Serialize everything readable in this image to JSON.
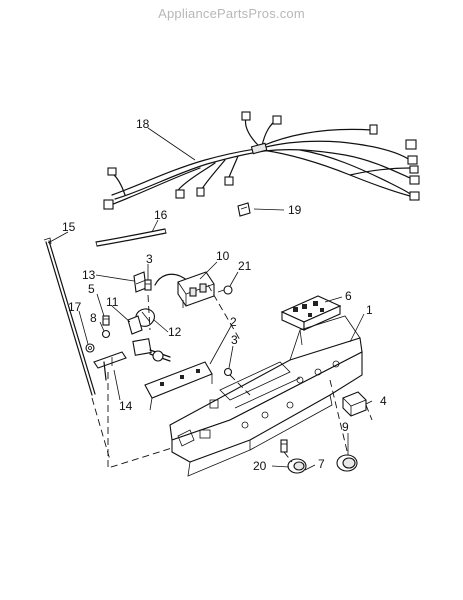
{
  "watermark": "AppliancePartsPros.com",
  "callouts": [
    "1",
    "2",
    "3",
    "3",
    "4",
    "5",
    "6",
    "7",
    "8",
    "9",
    "10",
    "11",
    "12",
    "13",
    "14",
    "15",
    "16",
    "17",
    "18",
    "19",
    "20",
    "21"
  ]
}
